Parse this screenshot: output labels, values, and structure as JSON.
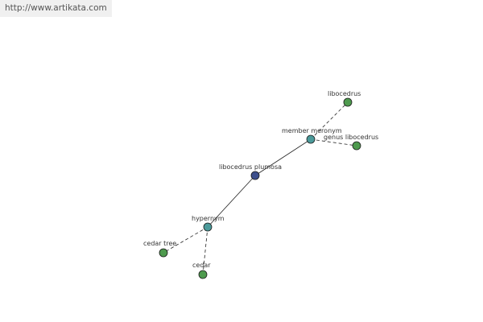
{
  "site_url": "http://www.artikata.com",
  "graph": {
    "nodes": [
      {
        "id": "center",
        "label": "libocedrus plumosa",
        "kind": "center",
        "color": "#3d4f8c"
      },
      {
        "id": "member",
        "label": "member meronym",
        "kind": "relation",
        "color": "#4b9a9a"
      },
      {
        "id": "hyper",
        "label": "hypernym",
        "kind": "relation",
        "color": "#4b9a9a"
      },
      {
        "id": "lib",
        "label": "libocedrus",
        "kind": "term",
        "color": "#4e9a4e"
      },
      {
        "id": "genus",
        "label": "genus libocedrus",
        "kind": "term",
        "color": "#4e9a4e"
      },
      {
        "id": "cedtree",
        "label": "cedar tree",
        "kind": "term",
        "color": "#4e9a4e"
      },
      {
        "id": "cedar",
        "label": "cedar",
        "kind": "term",
        "color": "#4e9a4e"
      }
    ],
    "edges": [
      {
        "from": "center",
        "to": "member",
        "style": "solid"
      },
      {
        "from": "center",
        "to": "hyper",
        "style": "solid"
      },
      {
        "from": "member",
        "to": "lib",
        "style": "dashed"
      },
      {
        "from": "member",
        "to": "genus",
        "style": "dashed"
      },
      {
        "from": "hyper",
        "to": "cedtree",
        "style": "dashed"
      },
      {
        "from": "hyper",
        "to": "cedar",
        "style": "dashed"
      }
    ]
  }
}
